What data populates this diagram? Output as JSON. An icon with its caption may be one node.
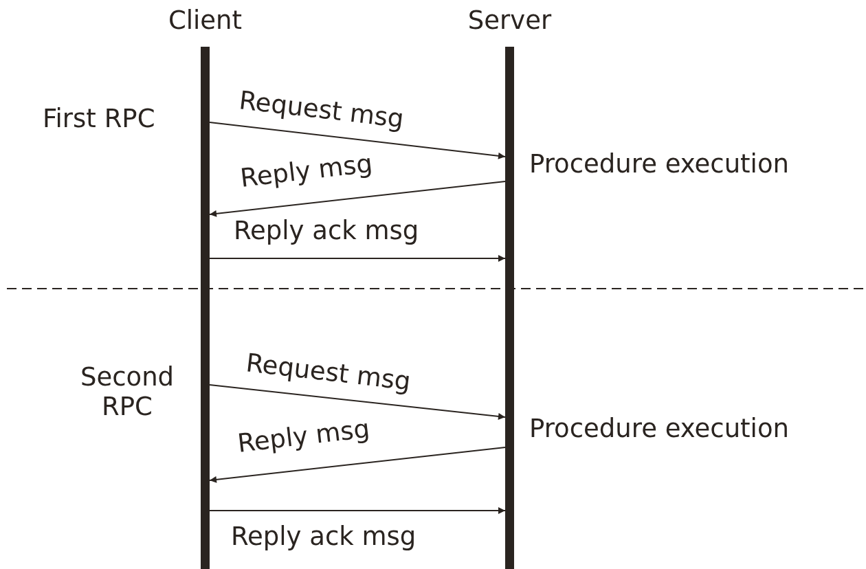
{
  "diagram": {
    "nodes": [
      {
        "text": [
          "Client"
        ]
      },
      {
        "text": [
          "Server"
        ]
      }
    ],
    "edges": [
      {
        "from": 0,
        "to": 1,
        "arrow": "to",
        "label": "Request msg"
      },
      {
        "from": 1,
        "to": 0,
        "arrow": "to",
        "label": "Reply msg"
      },
      {
        "from": 0,
        "to": 1,
        "arrow": "to",
        "label": "Reply ack msg"
      },
      {
        "from": 0,
        "to": 1,
        "arrow": "to",
        "label": "Request msg"
      },
      {
        "from": 1,
        "to": 0,
        "arrow": "to",
        "label": "Reply msg"
      },
      {
        "from": 0,
        "to": 1,
        "arrow": "to",
        "label": "Reply ack msg"
      }
    ],
    "labels": [
      "First RPC",
      "Procedure execution",
      "Second RPC",
      "Procedure execution"
    ]
  }
}
